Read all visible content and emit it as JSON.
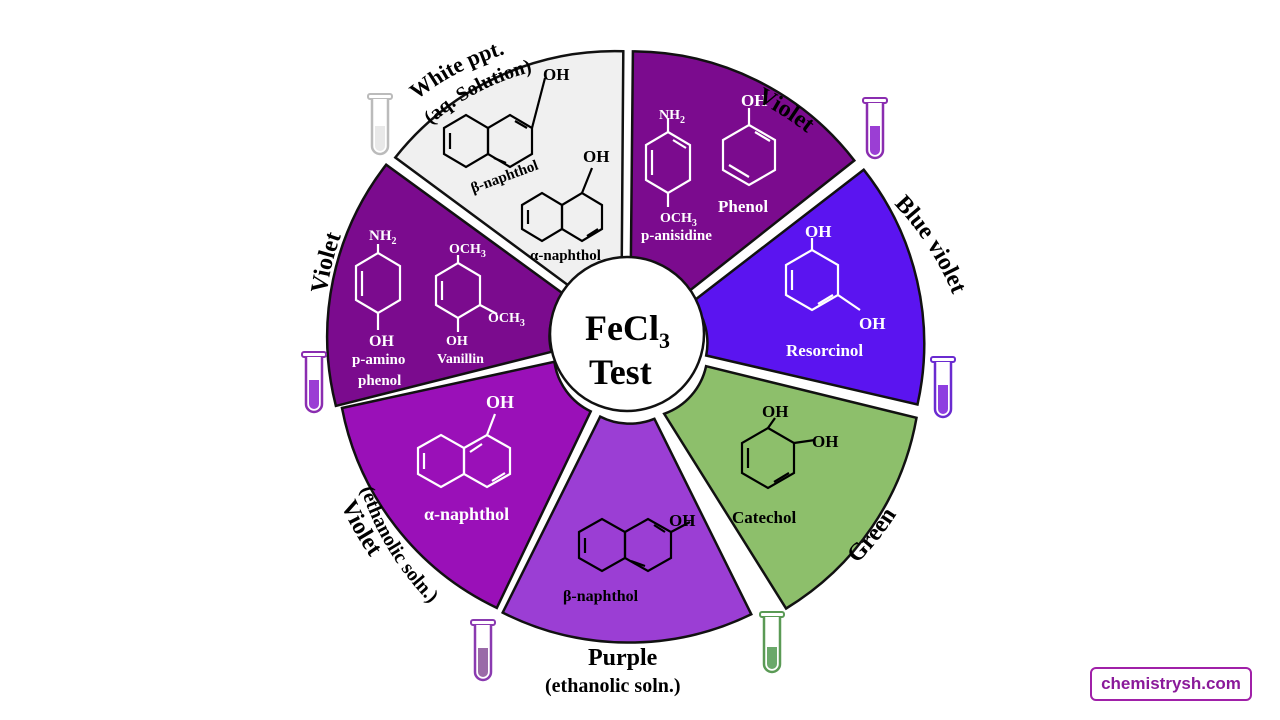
{
  "center": {
    "line1": "FeCl",
    "sub": "3",
    "line2": "Test"
  },
  "colors": {
    "violet_dark": "#7b0b8e",
    "blue_violet": "#5b14f0",
    "green": "#8dbf6b",
    "purple": "#9b3ed4",
    "violet_bright": "#9a10b8",
    "white_ppt": "#f0f0f0"
  },
  "segments": {
    "phenol": {
      "outer": "Violet",
      "compounds": [
        "NH",
        "2",
        "OH",
        "Phenol",
        "OCH",
        "3",
        "p-anisidine"
      ]
    },
    "resorcinol": {
      "outer": "Blue violet",
      "labels": [
        "OH",
        "OH",
        "Resorcinol"
      ]
    },
    "catechol": {
      "outer": "Green",
      "labels": [
        "OH",
        "OH",
        "Catechol"
      ]
    },
    "beta_naphthol_eth": {
      "outer1": "Purple",
      "outer2": "(ethanolic soln.)",
      "labels": [
        "OH",
        "β-naphthol"
      ]
    },
    "alpha_naphthol_eth": {
      "outer1": "Violet",
      "outer2": "(ethanolic soln.)",
      "labels": [
        "OH",
        "α-naphthol"
      ]
    },
    "aminophenol": {
      "outer": "Violet",
      "labels": [
        "NH",
        "2",
        "OH",
        "p-amino",
        "phenol",
        "OCH",
        "3",
        "OCH",
        "3",
        "OH",
        "Vanillin"
      ]
    },
    "naphthols_aq": {
      "outer1": "White ppt.",
      "outer2": "(aq. Solution)",
      "labels": [
        "OH",
        "β-naphthol",
        "OH",
        "α-naphthol"
      ]
    }
  },
  "watermark": "chemistrysh.com"
}
